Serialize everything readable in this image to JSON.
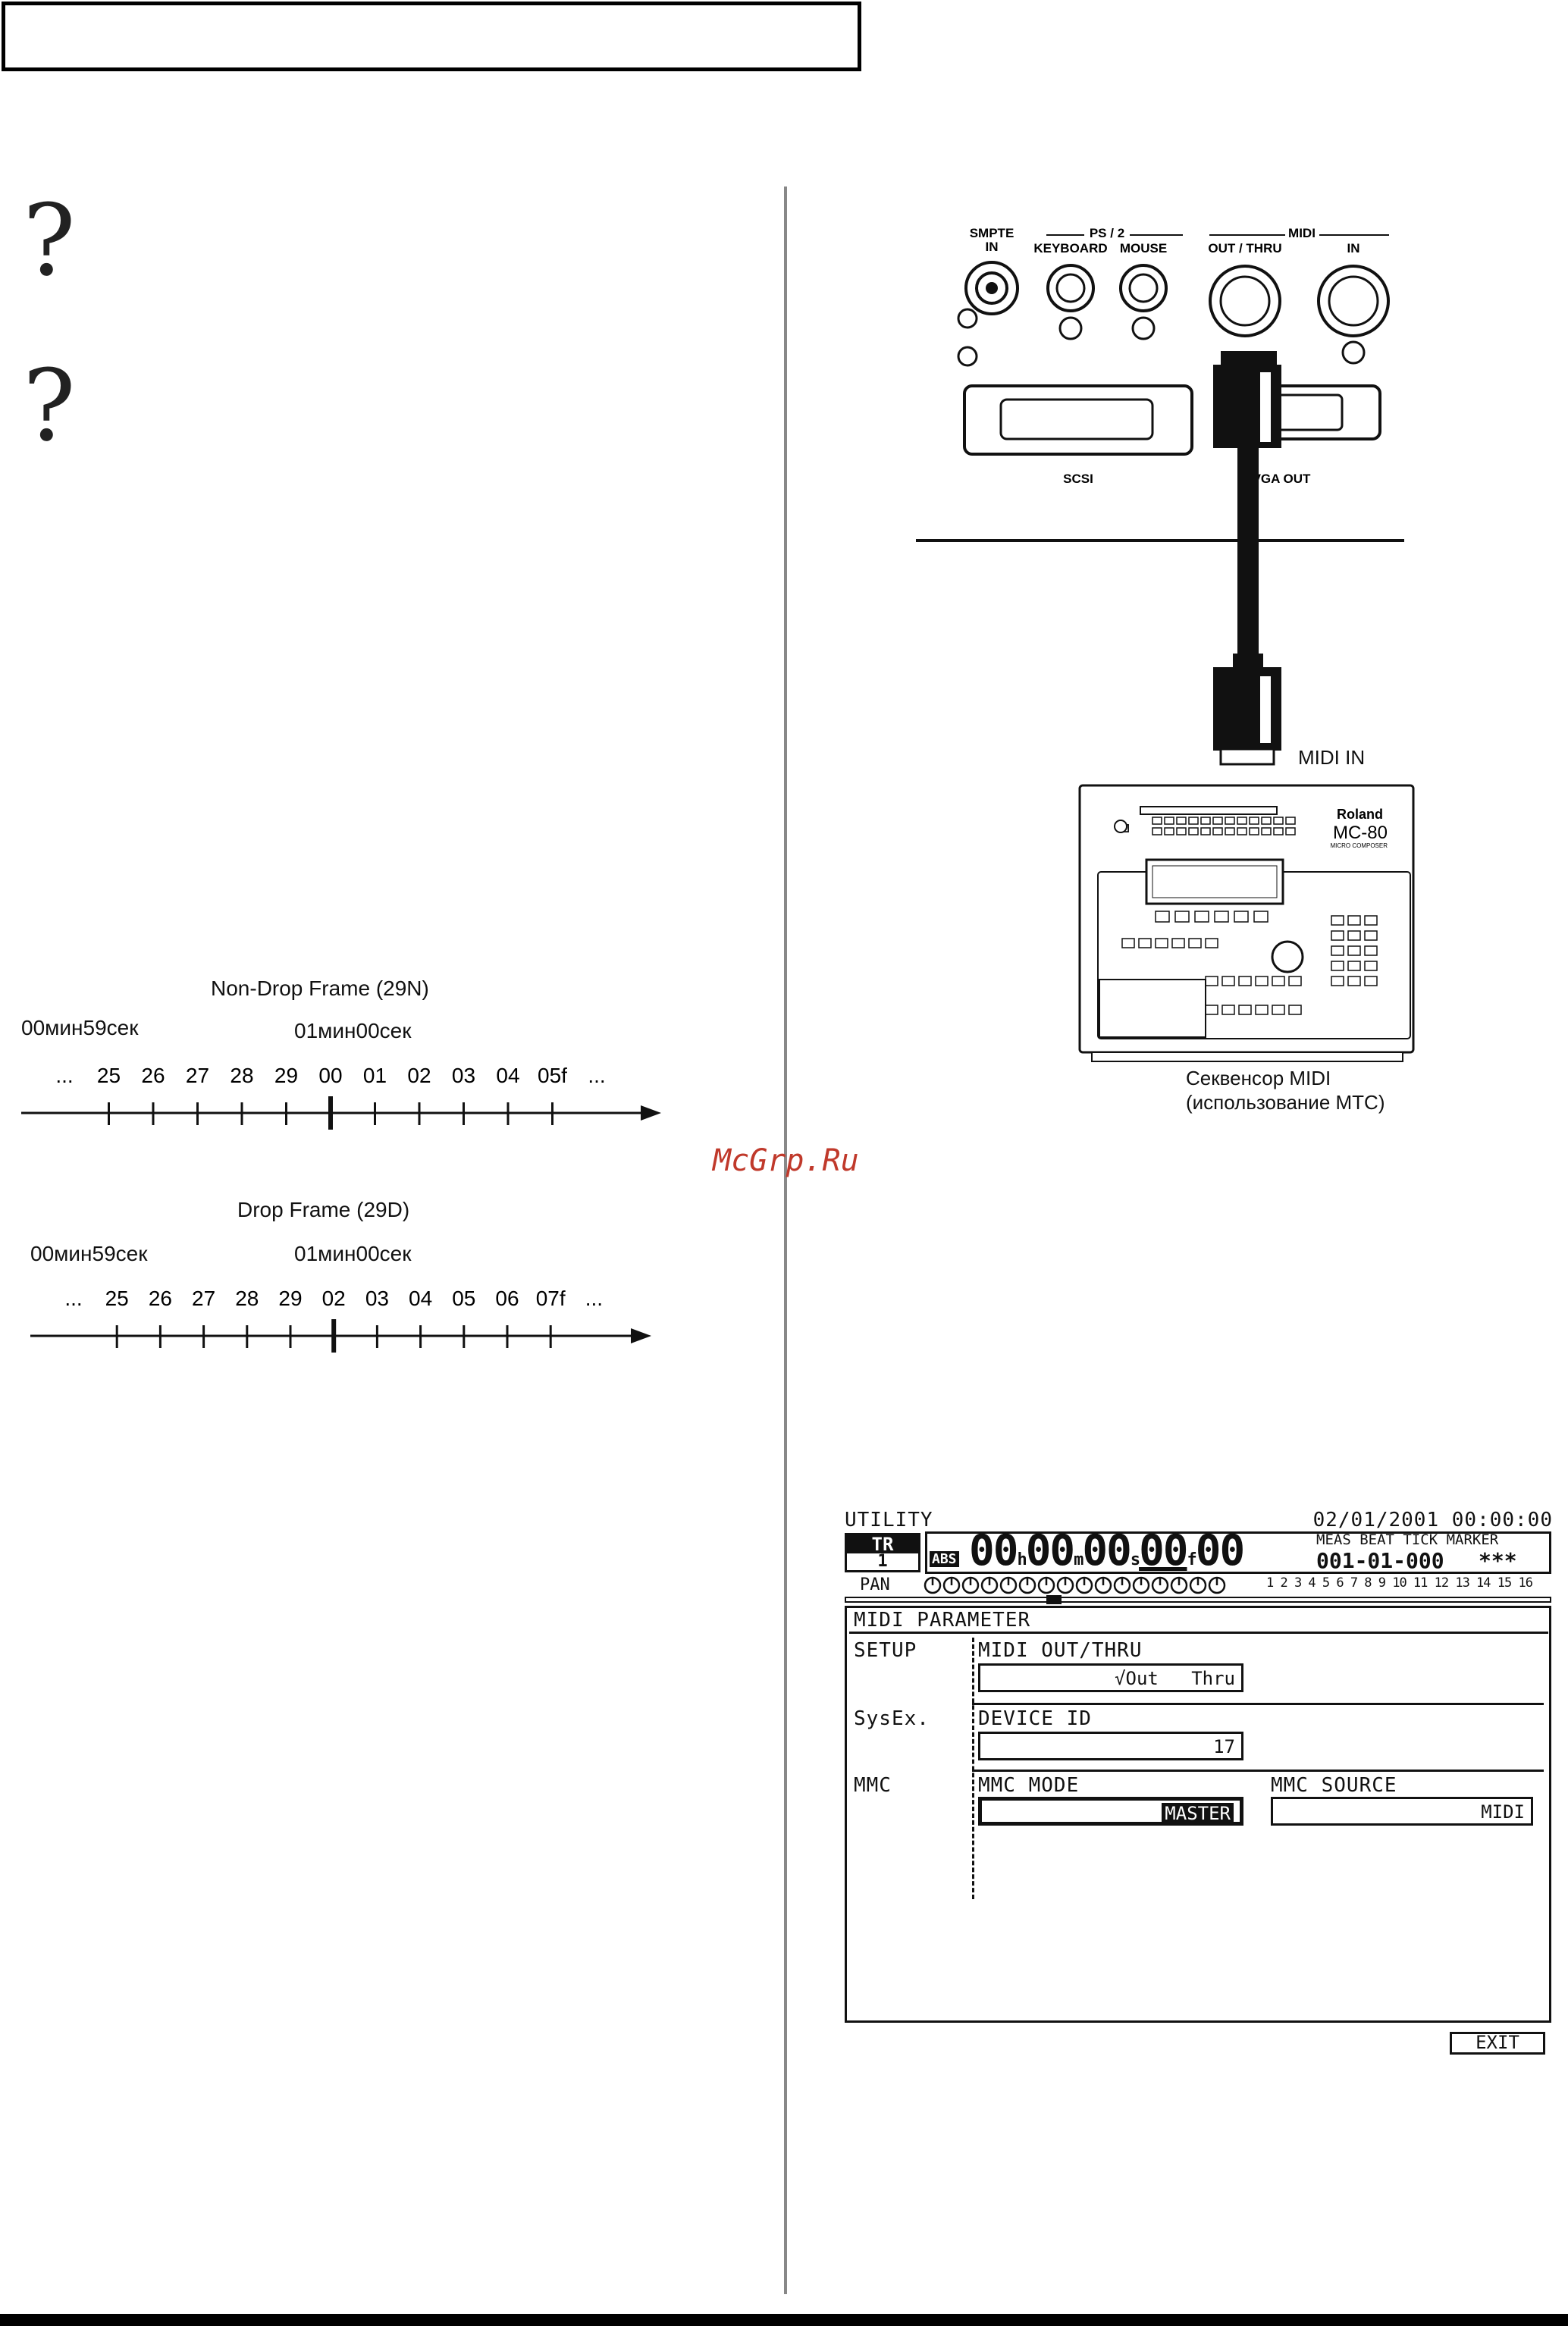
{
  "questions": [
    "?",
    "?"
  ],
  "timeline_ndf": {
    "title": "Non-Drop Frame (29N)",
    "left_label": "00мин59сек",
    "center_label": "01мин00сек",
    "frames": [
      "...",
      "25",
      "26",
      "27",
      "28",
      "29",
      "00",
      "01",
      "02",
      "03",
      "04",
      "05f",
      "..."
    ]
  },
  "timeline_df": {
    "title": "Drop Frame (29D)",
    "left_label": "00мин59сек",
    "center_label": "01мин00сек",
    "frames": [
      "...",
      "25",
      "26",
      "27",
      "28",
      "29",
      "02",
      "03",
      "04",
      "05",
      "06",
      "07f",
      "..."
    ]
  },
  "watermark": "McGrp.Ru",
  "panel": {
    "smpte": [
      "SMPTE",
      "IN"
    ],
    "ps2": "PS / 2",
    "keyboard": "KEYBOARD",
    "mouse": "MOUSE",
    "midi": "MIDI",
    "out_thru": "OUT / THRU",
    "in": "IN",
    "scsi": "SCSI",
    "vga_out": "VGA OUT"
  },
  "device": {
    "midi_in_label": "MIDI IN",
    "brand": "Roland",
    "model": "MC-80",
    "model_sub": "MICRO COMPOSER",
    "caption_line1": "Секвенсор MIDI",
    "caption_line2": "(использование MTC)"
  },
  "lcd": {
    "mode": "UTILITY",
    "datetime": "02/01/2001 00:00:00",
    "track_label": "TR",
    "track_num": "1",
    "abs": "ABS",
    "tc_h": "00",
    "tc_h_unit": "h",
    "tc_m": "00",
    "tc_m_unit": "m",
    "tc_s": "00",
    "tc_s_unit": "s",
    "tc_f": "00",
    "tc_f_unit": "f",
    "tc_sub": "00",
    "meas_hdr": "MEAS BEAT TICK MARKER",
    "meas_val": "001-01-000",
    "marker_val": "***",
    "pan": "PAN",
    "pan_channels": "1 2 3 4 5 6 7 8 9 10 11 12 13 14 15 16",
    "section_title": "MIDI PARAMETER",
    "setup": "SETUP",
    "midi_out_thru": "MIDI OUT/THRU",
    "out_thru_value": "√Out   Thru",
    "sysex": "SysEx.",
    "device_id": "DEVICE ID",
    "device_id_value": "17",
    "mmc": "MMC",
    "mmc_mode": "MMC MODE",
    "mmc_mode_value": "MASTER",
    "mmc_source": "MMC SOURCE",
    "mmc_source_value": "MIDI",
    "exit": "EXIT"
  }
}
